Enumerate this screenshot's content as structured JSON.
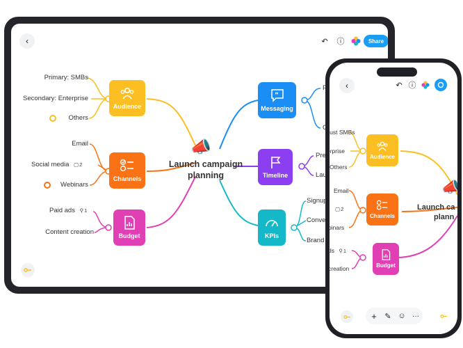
{
  "tablet": {
    "toolbar": {
      "back_icon": "chevron-left-icon",
      "undo_icon": "undo-icon",
      "info_icon": "info-icon",
      "apps_icon": "multicolor-flower-icon",
      "share_label": "Share"
    },
    "center": {
      "line1": "Launch campaign",
      "line2": "planning",
      "icon": "megaphone-icon"
    },
    "nodes": {
      "audience": {
        "label": "Audience",
        "color": "#fbbf24",
        "icon": "people-icon"
      },
      "channels": {
        "label": "Channels",
        "color": "#f97316",
        "icon": "checklist-icon"
      },
      "budget": {
        "label": "Budget",
        "color": "#e040b4",
        "icon": "chart-file-icon"
      },
      "messaging": {
        "label": "Messaging",
        "color": "#1a8ef5",
        "icon": "quote-bubble-icon"
      },
      "timeline": {
        "label": "Timeline",
        "color": "#8b3ff0",
        "icon": "flag-icon"
      },
      "kpis": {
        "label": "KPIs",
        "color": "#14b8c8",
        "icon": "gauge-icon"
      }
    },
    "leaves": {
      "audience": [
        "Primary: SMBs",
        "Secondary: Enterprise",
        "Others"
      ],
      "channels": [
        "Email",
        "Social media",
        "Webinars"
      ],
      "social_badge": "2",
      "budget": [
        "Paid ads",
        "Content creation"
      ],
      "paid_ads_badge": "1",
      "messaging": [
        "Pro",
        "Cus"
      ],
      "timeline": [
        "Pre-la",
        "Launc"
      ],
      "kpis": [
        "Signups",
        "Conversi",
        "Brand rec"
      ]
    },
    "footer_icon": "key-icon"
  },
  "phone": {
    "toolbar": {
      "back_icon": "chevron-left-icon",
      "undo_icon": "undo-icon",
      "info_icon": "info-icon",
      "apps_icon": "multicolor-flower-icon",
      "avatar_icon": "collaborator-icon"
    },
    "center": {
      "line1": "Launch ca",
      "line2": "plann",
      "icon": "megaphone-icon"
    },
    "nodes": {
      "audience": {
        "label": "Audience"
      },
      "channels": {
        "label": "Channels"
      },
      "budget": {
        "label": "Budget"
      }
    },
    "leaves": {
      "audience": [
        "Cust SMBs",
        "erprise",
        "Others"
      ],
      "channels": [
        "Email",
        "",
        "binars"
      ],
      "channels_badge": "2",
      "budget": [
        "ds",
        "creation"
      ],
      "budget_badge": "1"
    },
    "bottom_bar": {
      "add": "+",
      "more": "···"
    }
  }
}
